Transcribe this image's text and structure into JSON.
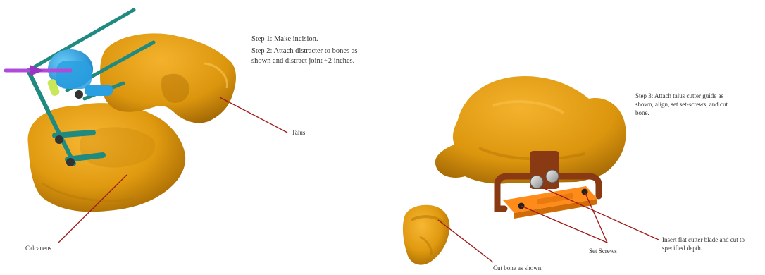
{
  "steps": {
    "step1": "Step 1:  Make incision.",
    "step2": "Step 2:  Attach distracter to bones as\nshown and distract joint ~2 inches.",
    "step3": "Step 3:  Attach talus cutter guide as\nshown, align, set set-screws, and cut\nbone."
  },
  "labels": {
    "talus": "Talus",
    "calcaneus": "Calcaneus",
    "blade": "Insert flat cutter blade and cut to\nspecified depth.",
    "set_screws": "Set Screws",
    "cut_bone": "Cut bone as shown."
  },
  "colors": {
    "bone": "#e09a10",
    "bone_shadow": "#b87806",
    "distracter_rod": "#1f8a80",
    "distracter_body": "#2aa0e0",
    "pin": "#b04ad8",
    "guide_frame": "#8a3a12",
    "guide_plate": "#ff8c1a",
    "leader": "#a01818"
  }
}
